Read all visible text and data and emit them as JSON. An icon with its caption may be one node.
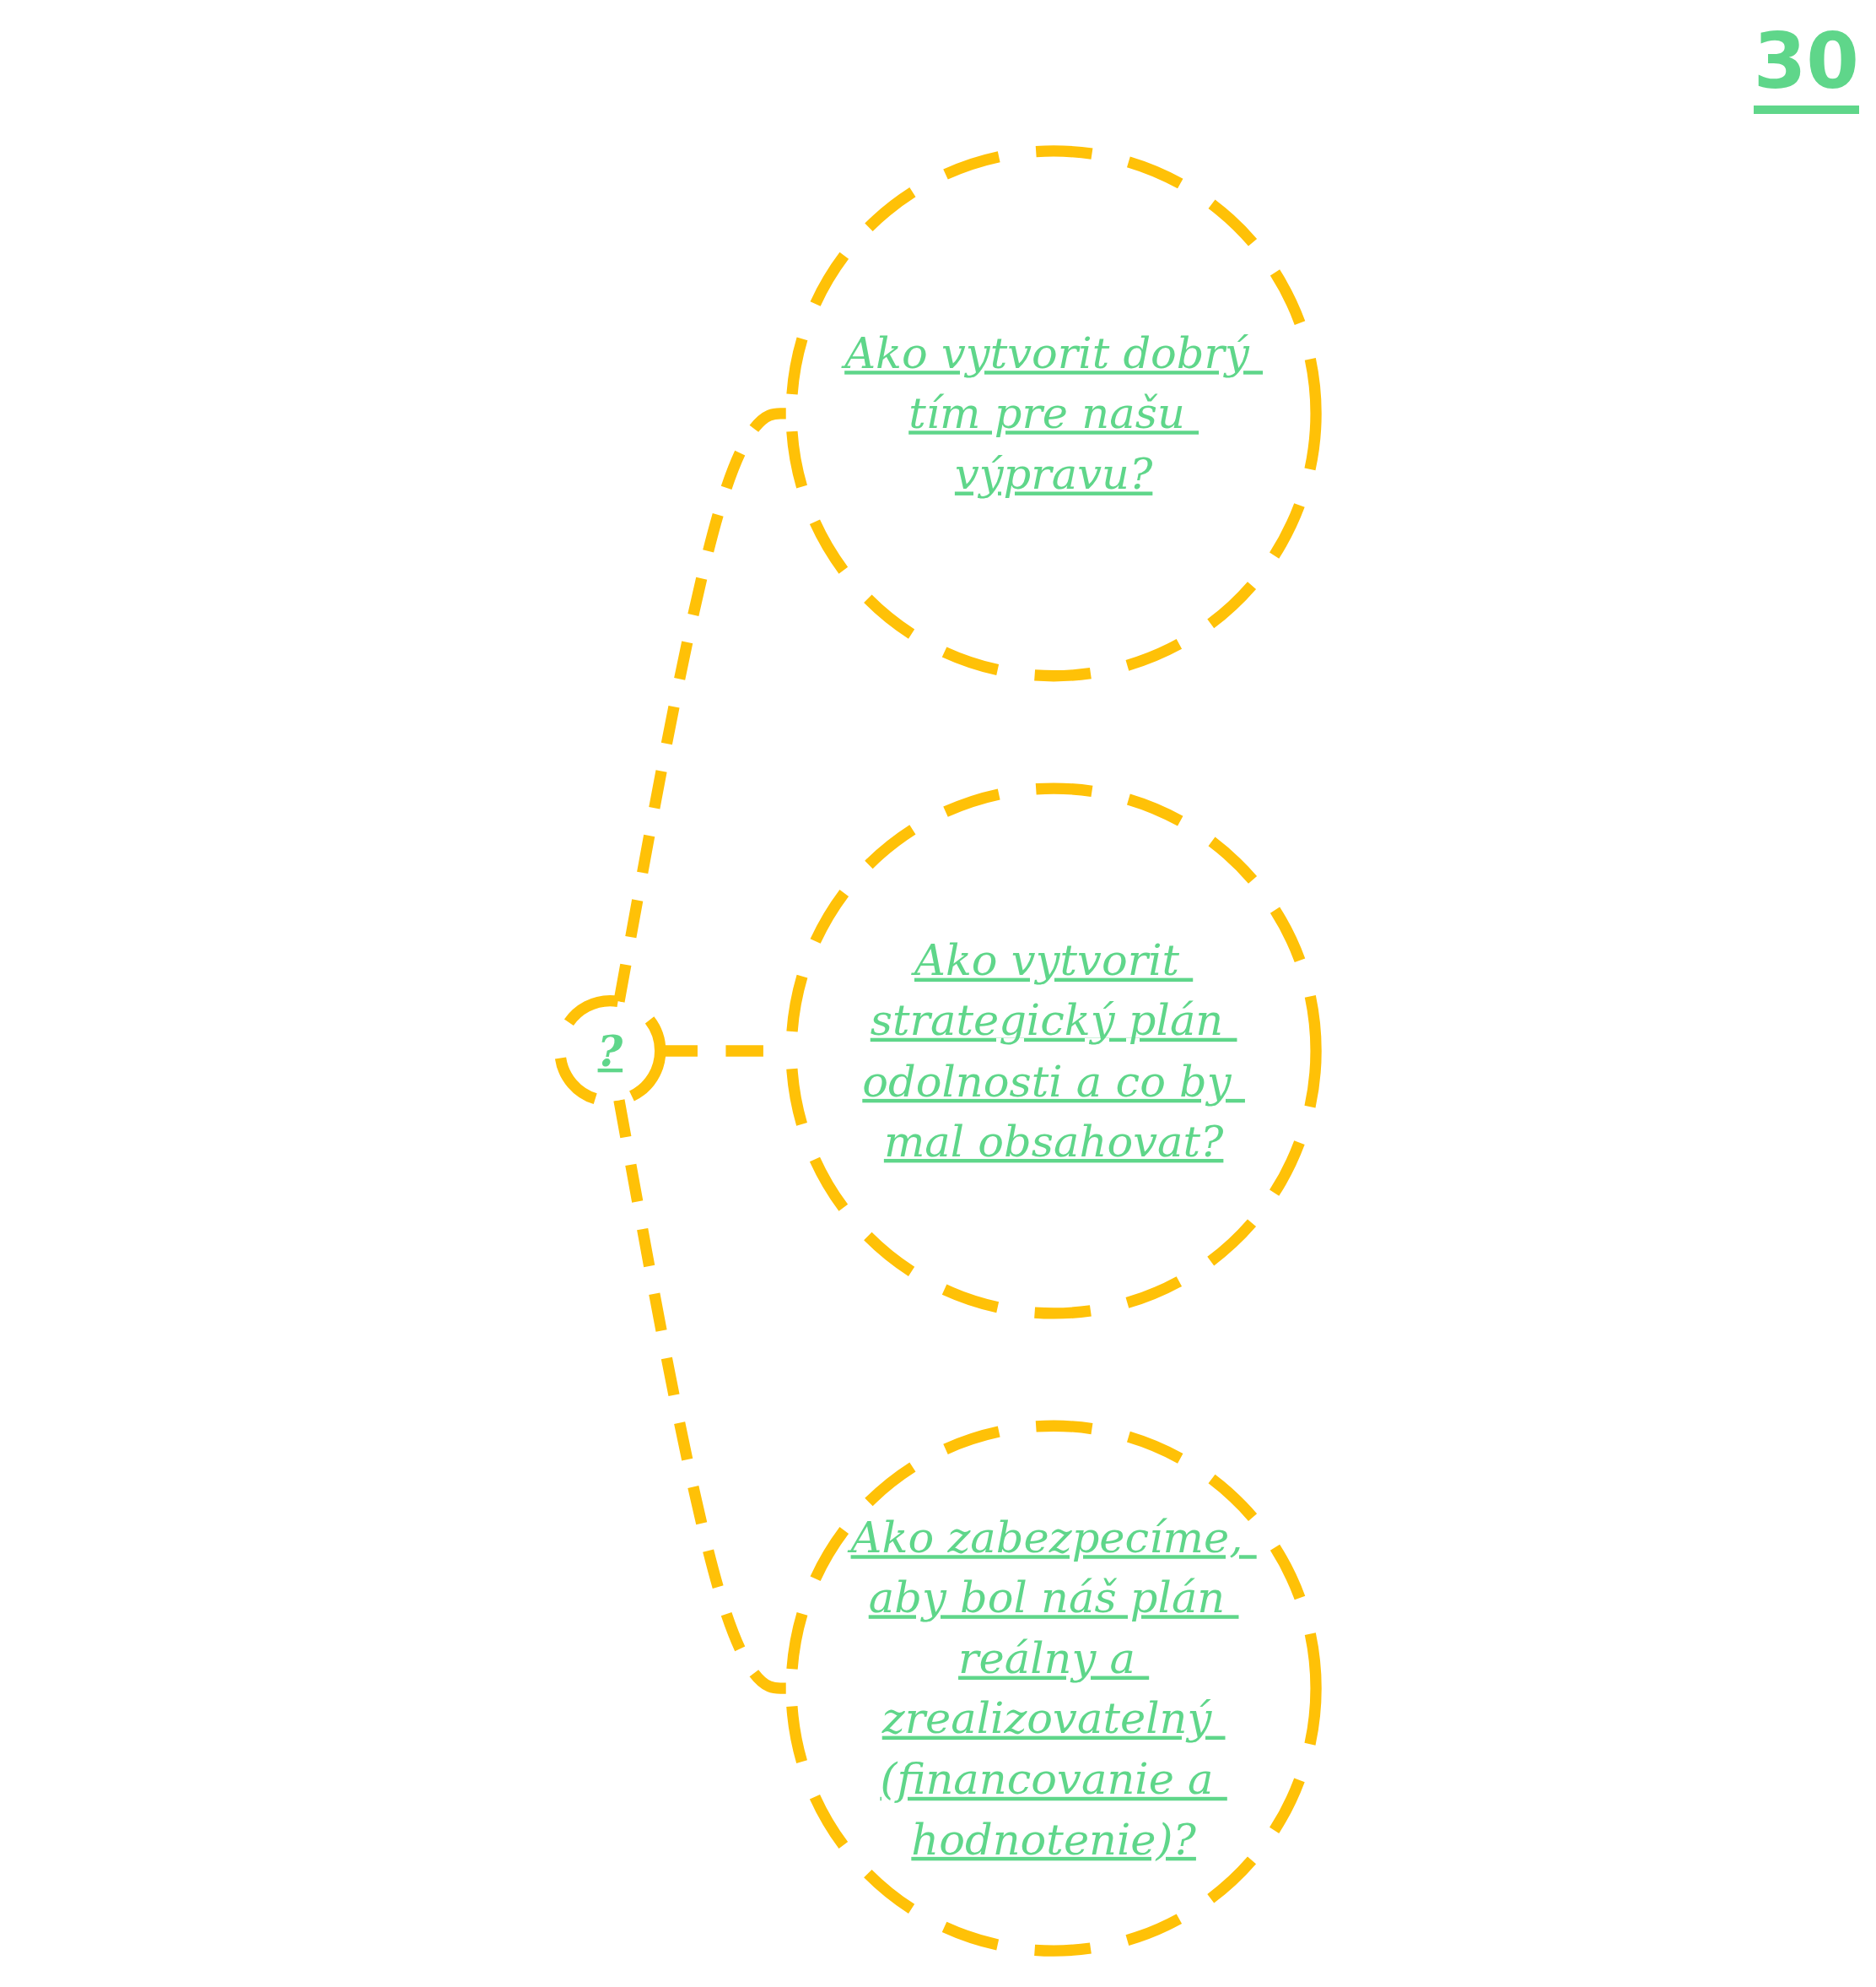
{
  "diagram": {
    "nodes": [
      {
        "text": [
          "Ako vytvorit dobrý tím pre našu výpravu?"
        ]
      },
      {
        "text": [
          "?"
        ]
      },
      {
        "text": [
          "Ako vytvorit strategický plán odolnosti a co by mal obsahovat?"
        ]
      },
      {
        "text": [
          "Ako zabezpecíme, aby bol náš plán reálny a zrealizovatelný (financovanie a hodnotenie)?"
        ]
      }
    ],
    "edges": [
      {
        "from": 1,
        "to": 0,
        "arrow": "none",
        "style": "dashed"
      },
      {
        "from": 1,
        "to": 2,
        "arrow": "none",
        "style": "dashed"
      },
      {
        "from": 1,
        "to": 3,
        "arrow": "none",
        "style": "dashed"
      }
    ],
    "labels": [
      "30"
    ]
  }
}
